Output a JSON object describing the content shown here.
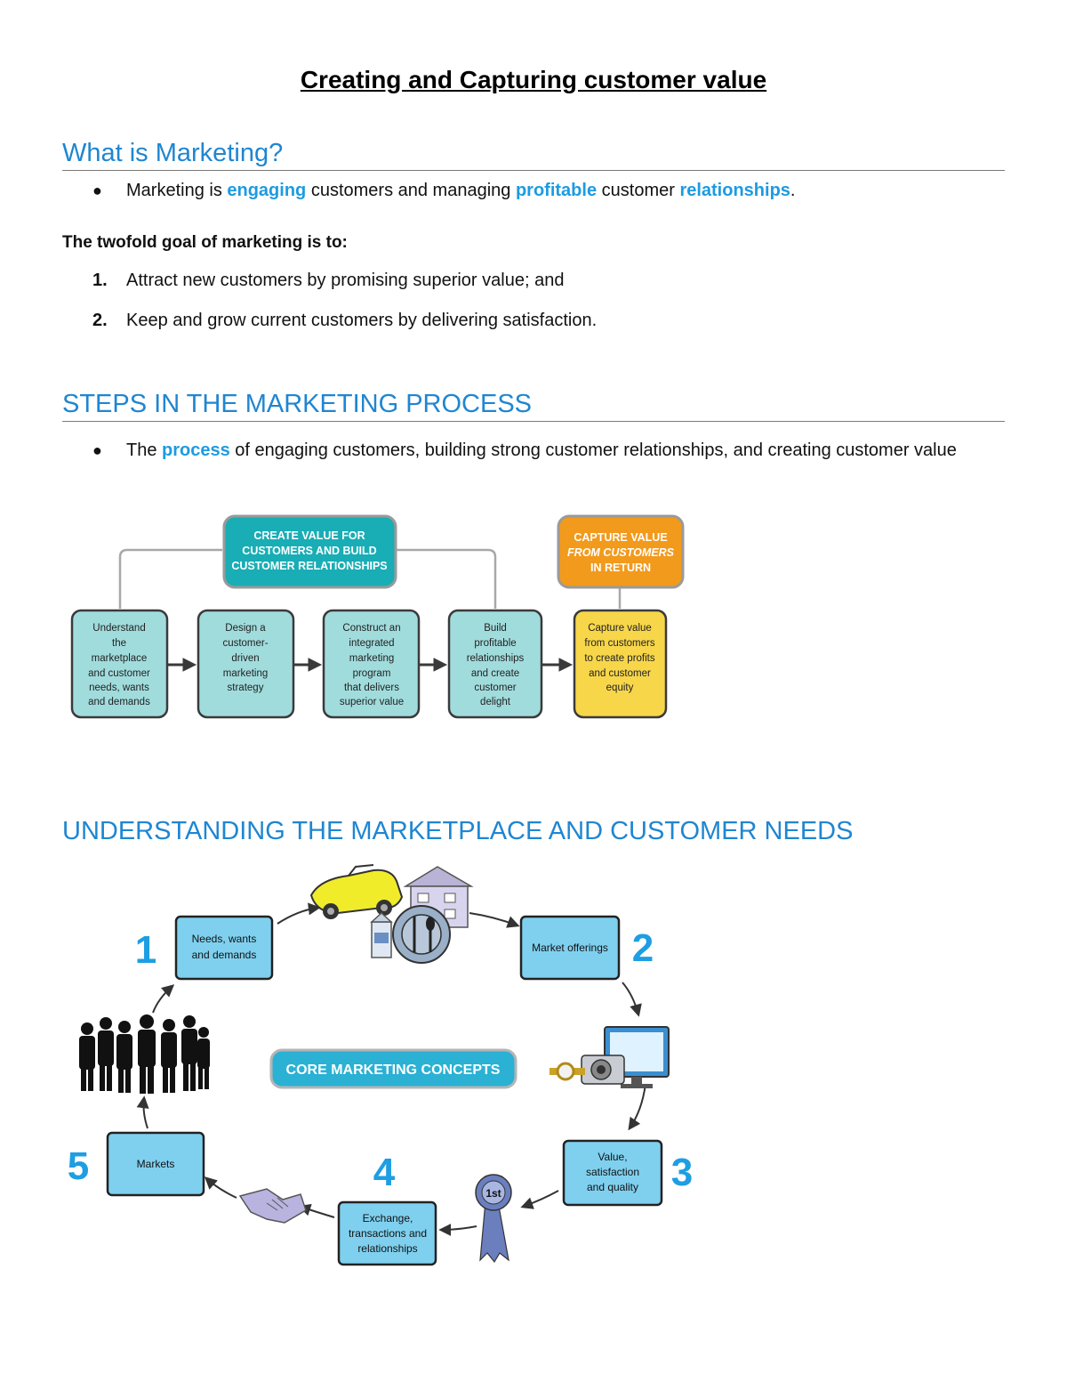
{
  "title": "Creating and Capturing customer value",
  "section1": {
    "heading": "What is Marketing?",
    "bullet": {
      "p1": "Marketing is ",
      "h1": "engaging",
      "p2": " customers and managing ",
      "h2": "profitable",
      "p3": " customer ",
      "h3": "relationships",
      "p4": "."
    },
    "goal_intro": "The twofold goal of marketing is to:",
    "goals": [
      {
        "num": "1.",
        "text": "Attract new customers by promising superior value; and"
      },
      {
        "num": "2.",
        "text": "Keep and grow current customers by delivering satisfaction."
      }
    ]
  },
  "section2": {
    "heading": "STEPS IN THE MARKETING PROCESS",
    "bullet": {
      "p1": "The ",
      "h1": "process",
      "p2": " of engaging customers, building strong customer relationships, and creating customer value"
    },
    "diagram": {
      "create_header": [
        "CREATE VALUE FOR",
        "CUSTOMERS AND BUILD",
        "CUSTOMER RELATIONSHIPS"
      ],
      "capture_header": [
        "CAPTURE VALUE",
        "FROM CUSTOMERS",
        "IN RETURN"
      ],
      "steps": [
        [
          "Understand",
          "the",
          "marketplace",
          "and customer",
          "needs, wants",
          "and demands"
        ],
        [
          "Design a",
          "customer-",
          "driven",
          "marketing",
          "strategy"
        ],
        [
          "Construct an",
          "integrated",
          "marketing",
          "program",
          "that delivers",
          "superior value"
        ],
        [
          "Build",
          "profitable",
          "relationships",
          "and create",
          "customer",
          "delight"
        ],
        [
          "Capture value",
          "from customers",
          "to create profits",
          "and customer",
          "equity"
        ]
      ],
      "colors": {
        "teal": "#1ab0b8",
        "light_teal": "#9fdcdc",
        "orange": "#f39a1f",
        "yellow": "#f7d74a"
      }
    }
  },
  "section3": {
    "heading": "UNDERSTANDING THE MARKETPLACE AND CUSTOMER NEEDS",
    "diagram": {
      "center_label": "CORE MARKETING CONCEPTS",
      "nodes": [
        {
          "num": "1",
          "lines": [
            "Needs, wants",
            "and demands"
          ]
        },
        {
          "num": "2",
          "lines": [
            "Market offerings"
          ]
        },
        {
          "num": "3",
          "lines": [
            "Value,",
            "satisfaction",
            "and quality"
          ]
        },
        {
          "num": "4",
          "lines": [
            "Exchange,",
            "transactions and",
            "relationships"
          ]
        },
        {
          "num": "5",
          "lines": [
            "Markets"
          ]
        }
      ],
      "ribbon_label": "1st",
      "colors": {
        "box": "#7fd0ef",
        "number": "#1e9ee3",
        "center": "#29b3d6"
      }
    }
  }
}
